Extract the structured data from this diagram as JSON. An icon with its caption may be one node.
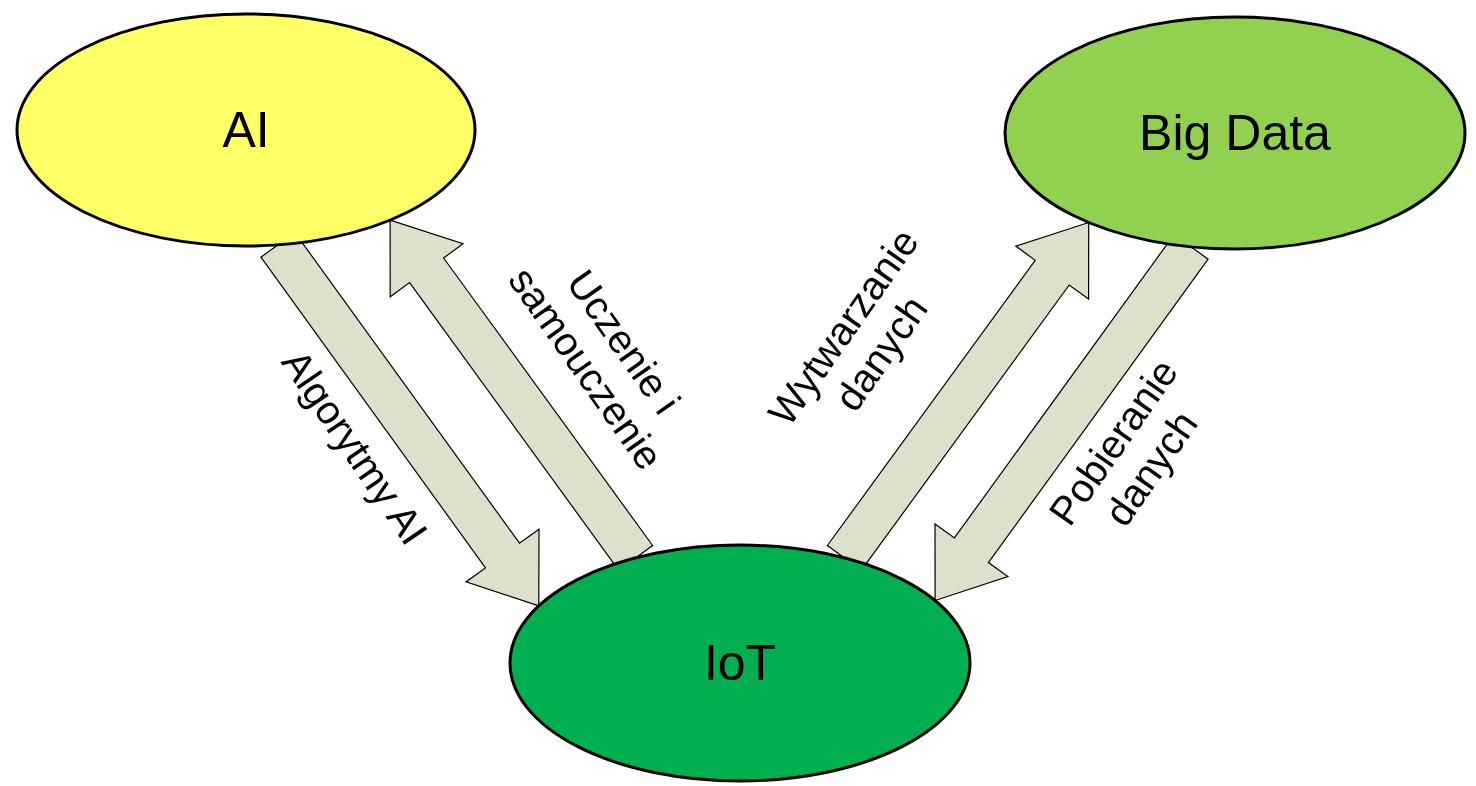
{
  "diagram": {
    "nodes": [
      {
        "text": [
          "AI"
        ]
      },
      {
        "text": [
          "Big Data"
        ]
      },
      {
        "text": [
          "IoT"
        ]
      }
    ],
    "edges": [
      {
        "from": 0,
        "to": 2,
        "arrow": "to",
        "label": "Algorytmy AI",
        "style": "thick"
      },
      {
        "from": 2,
        "to": 0,
        "arrow": "to",
        "label": "Uczenie i samouczenie",
        "style": "thick"
      },
      {
        "from": 2,
        "to": 1,
        "arrow": "to",
        "label": "Wytwarzanie danych",
        "style": "thick"
      },
      {
        "from": 1,
        "to": 2,
        "arrow": "to",
        "label": "Pobieranie danych",
        "style": "thick"
      }
    ]
  }
}
